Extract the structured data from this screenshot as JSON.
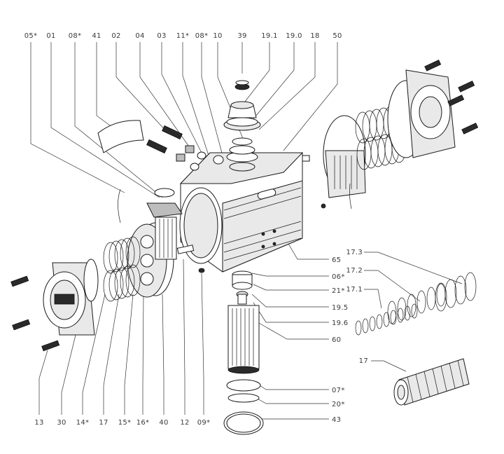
{
  "labels": {
    "top": [
      "05*",
      "01",
      "08*",
      "41",
      "02",
      "04",
      "03",
      "11*",
      "08*",
      "10",
      "39",
      "19.1",
      "19.0",
      "18",
      "50"
    ],
    "right": [
      "65",
      "06*",
      "21*",
      "19.5",
      "19.6",
      "60",
      "07*",
      "20*",
      "43"
    ],
    "bottom": [
      "13",
      "30",
      "14*",
      "17",
      "15*",
      "16*",
      "40",
      "12",
      "09*"
    ],
    "springs": [
      "17.3",
      "17.2",
      "17.1",
      "17"
    ]
  }
}
